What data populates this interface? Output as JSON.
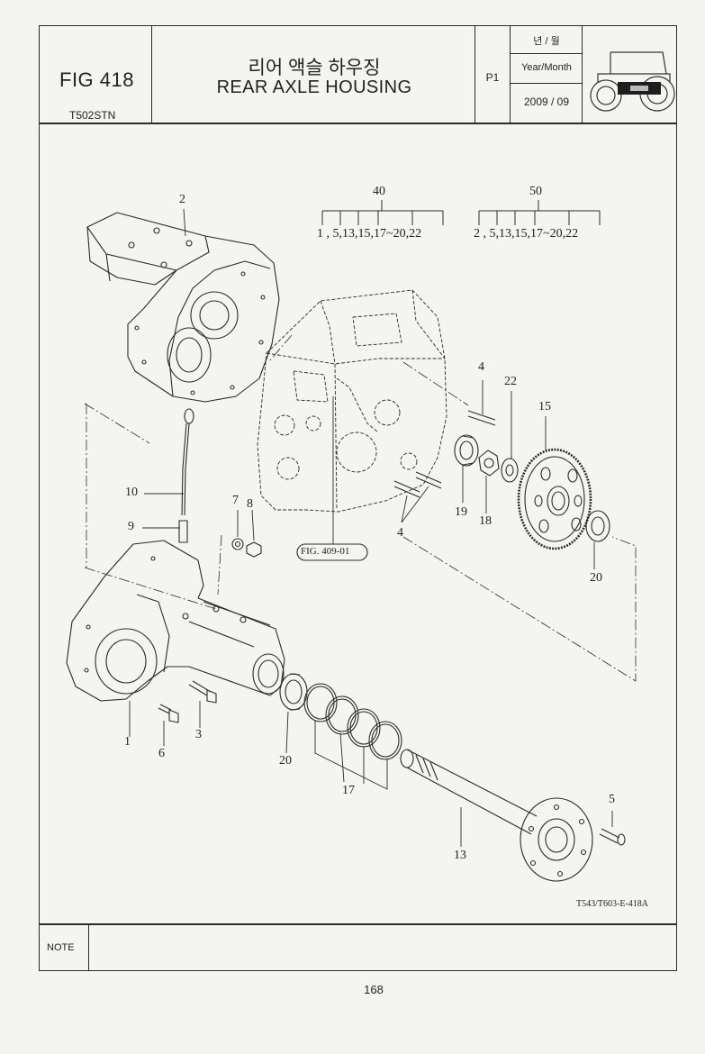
{
  "header": {
    "fig_number": "FIG 418",
    "model": "T502STN",
    "title_korean": "리어 액슬 하우징",
    "title_english": "REAR AXLE HOUSING",
    "page_code": "P1",
    "year_month_korean": "년 / 월",
    "year_month_english": "Year/Month",
    "year_month_value": "2009 / 09"
  },
  "diagram": {
    "kits": [
      {
        "number": "40",
        "members": "1 , 5,13,15,17~20,22"
      },
      {
        "number": "50",
        "members": "2 , 5,13,15,17~20,22"
      }
    ],
    "callouts": [
      "1",
      "2",
      "3",
      "4",
      "4",
      "5",
      "6",
      "7",
      "8",
      "9",
      "10",
      "13",
      "15",
      "17",
      "18",
      "19",
      "20",
      "20",
      "22"
    ],
    "reference": "FIG. 409-01",
    "drawing_code": "T543/T603-E-418A"
  },
  "footer": {
    "note_label": "NOTE",
    "page_number": "168"
  }
}
